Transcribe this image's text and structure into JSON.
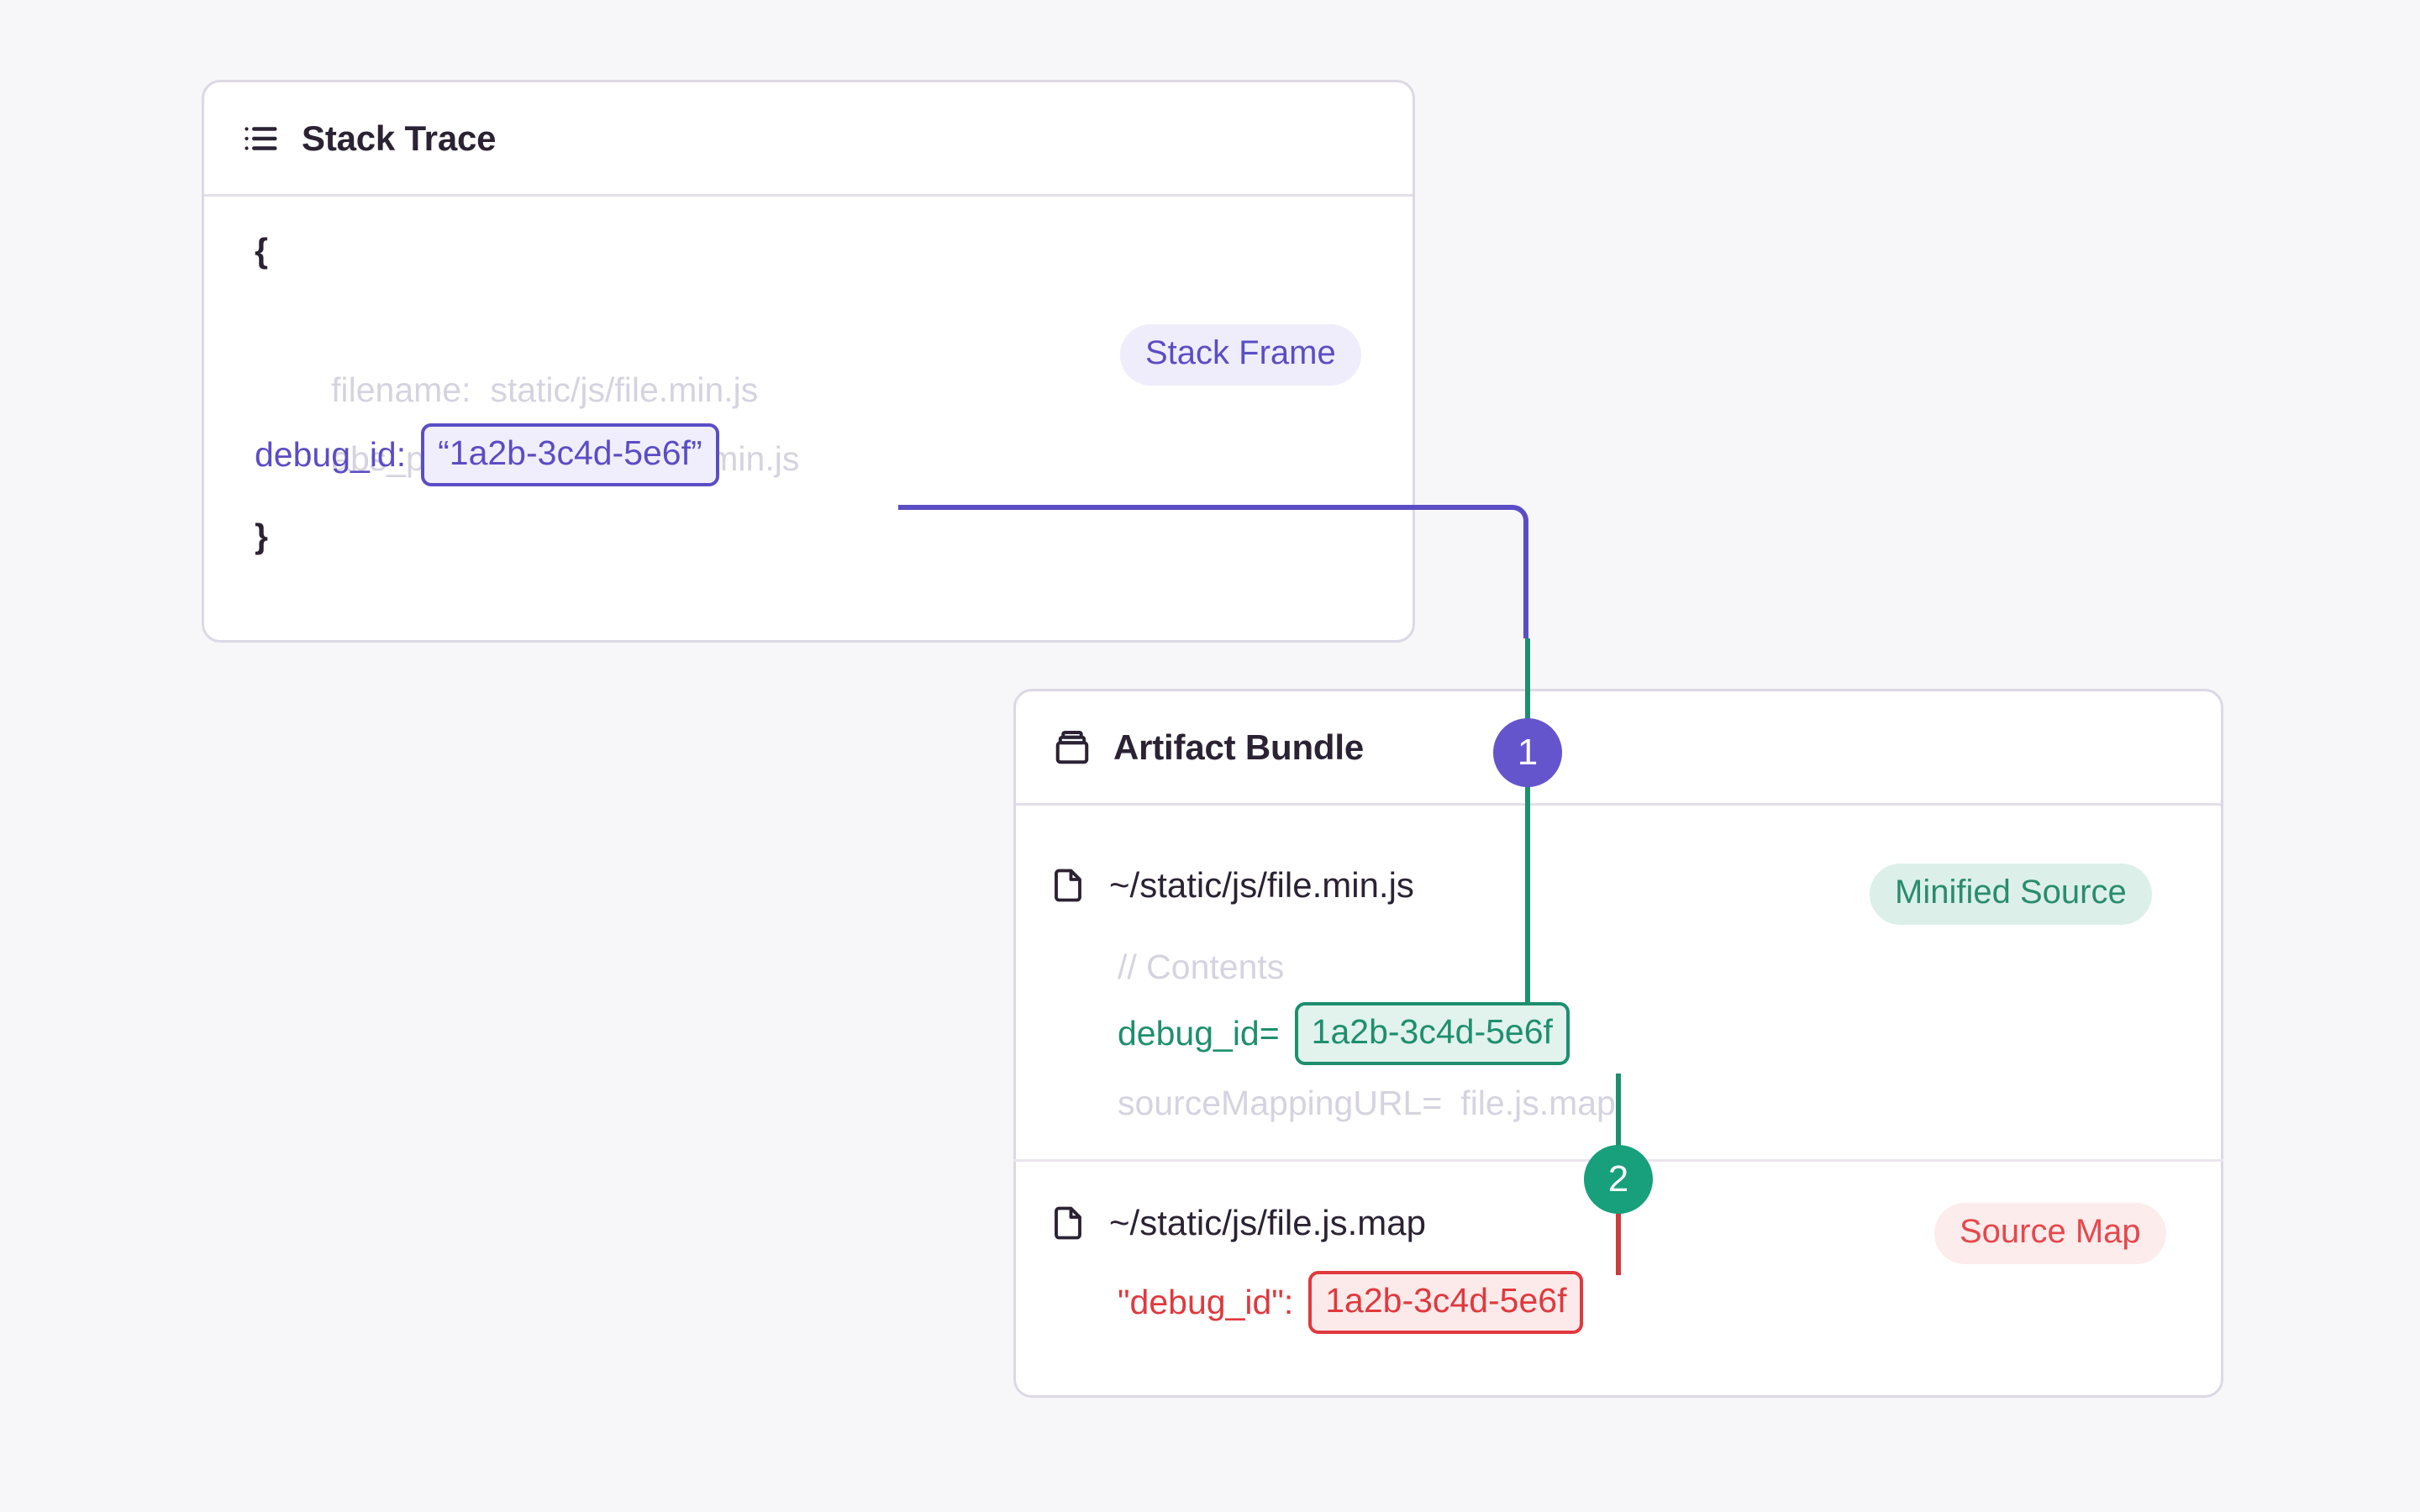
{
  "colors": {
    "background": "#F7F7FA",
    "card_border": "#DCD8E4",
    "purple": "#5B4DC4",
    "green": "#1E8F6E",
    "red": "#E0393E",
    "muted_text": "#D6D3E0",
    "dark_text": "#2B2233",
    "marker_purple": "#6455CC",
    "marker_green": "#17A07B"
  },
  "stack_trace_card": {
    "title": "Stack Trace",
    "icon": "list-icon",
    "badge": {
      "label": "Stack Frame",
      "style": "purple"
    },
    "code": {
      "brace_open": "{",
      "brace_close": "}",
      "filename_key": "filename:",
      "filename_value": "static/js/file.min.js",
      "abs_path_key": "abs_path:",
      "abs_path_value": "~/static/js/file.min.js",
      "debug_id_key": "debug_id:",
      "debug_id_value": "“1a2b-3c4d-5e6f”"
    }
  },
  "artifact_card": {
    "title": "Artifact Bundle",
    "icon": "bundle-icon",
    "files": [
      {
        "icon": "file-icon",
        "name": "~/static/js/file.min.js",
        "badge": {
          "label": "Minified Source",
          "style": "green"
        },
        "lines": {
          "contents_comment": "// Contents",
          "debug_id_key": "debug_id=",
          "debug_id_value": "1a2b-3c4d-5e6f",
          "source_mapping_key": "sourceMappingURL=",
          "source_mapping_value": "file.js.map"
        }
      },
      {
        "icon": "file-icon",
        "name": "~/static/js/file.js.map",
        "badge": {
          "label": "Source Map",
          "style": "red"
        },
        "lines": {
          "debug_id_key": "\"debug_id\":",
          "debug_id_value": "1a2b-3c4d-5e6f"
        }
      }
    ]
  },
  "steps": [
    {
      "number": "1",
      "style": "purple"
    },
    {
      "number": "2",
      "style": "green"
    }
  ]
}
